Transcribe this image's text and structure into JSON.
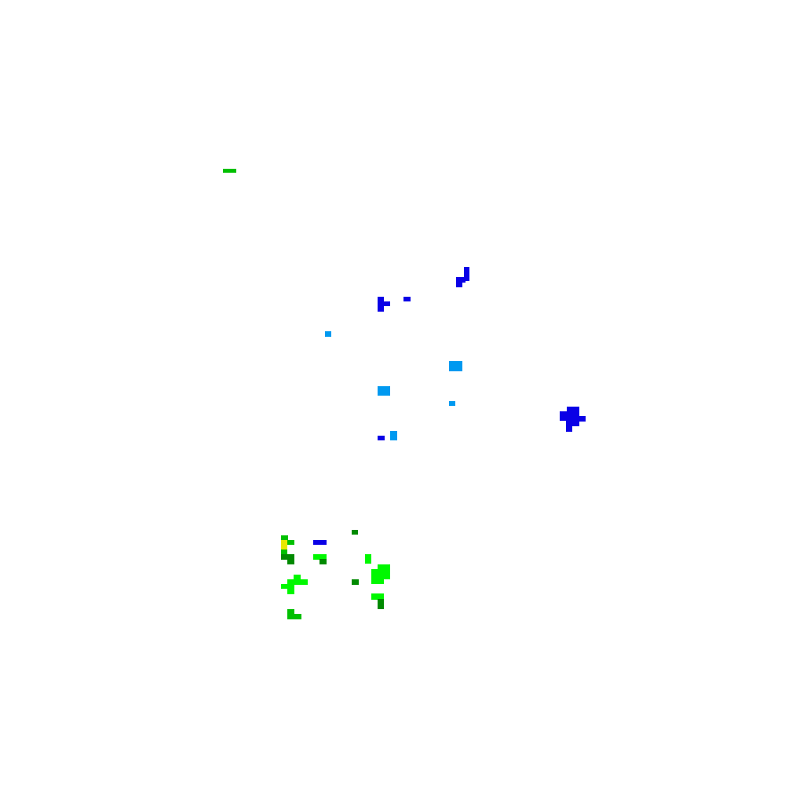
{
  "palette": {
    "background": "#ffffff",
    "blue": "#0a00e6",
    "light_blue": "#0099f0",
    "green": "#00c000",
    "bright_green": "#00f800",
    "dark_green": "#008a00",
    "yellow": "#e8e800"
  },
  "clusters": [
    {
      "name": "upper-left-green-cluster",
      "color_key": "green"
    },
    {
      "name": "upper-right-blue-cluster",
      "color_key": "blue"
    },
    {
      "name": "central-blue-cluster",
      "color_key": "blue"
    },
    {
      "name": "central-light-blue-cluster",
      "color_key": "light_blue"
    },
    {
      "name": "right-blue-cluster",
      "color_key": "blue"
    },
    {
      "name": "lower-green-cluster",
      "color_key": "bright_green"
    }
  ]
}
